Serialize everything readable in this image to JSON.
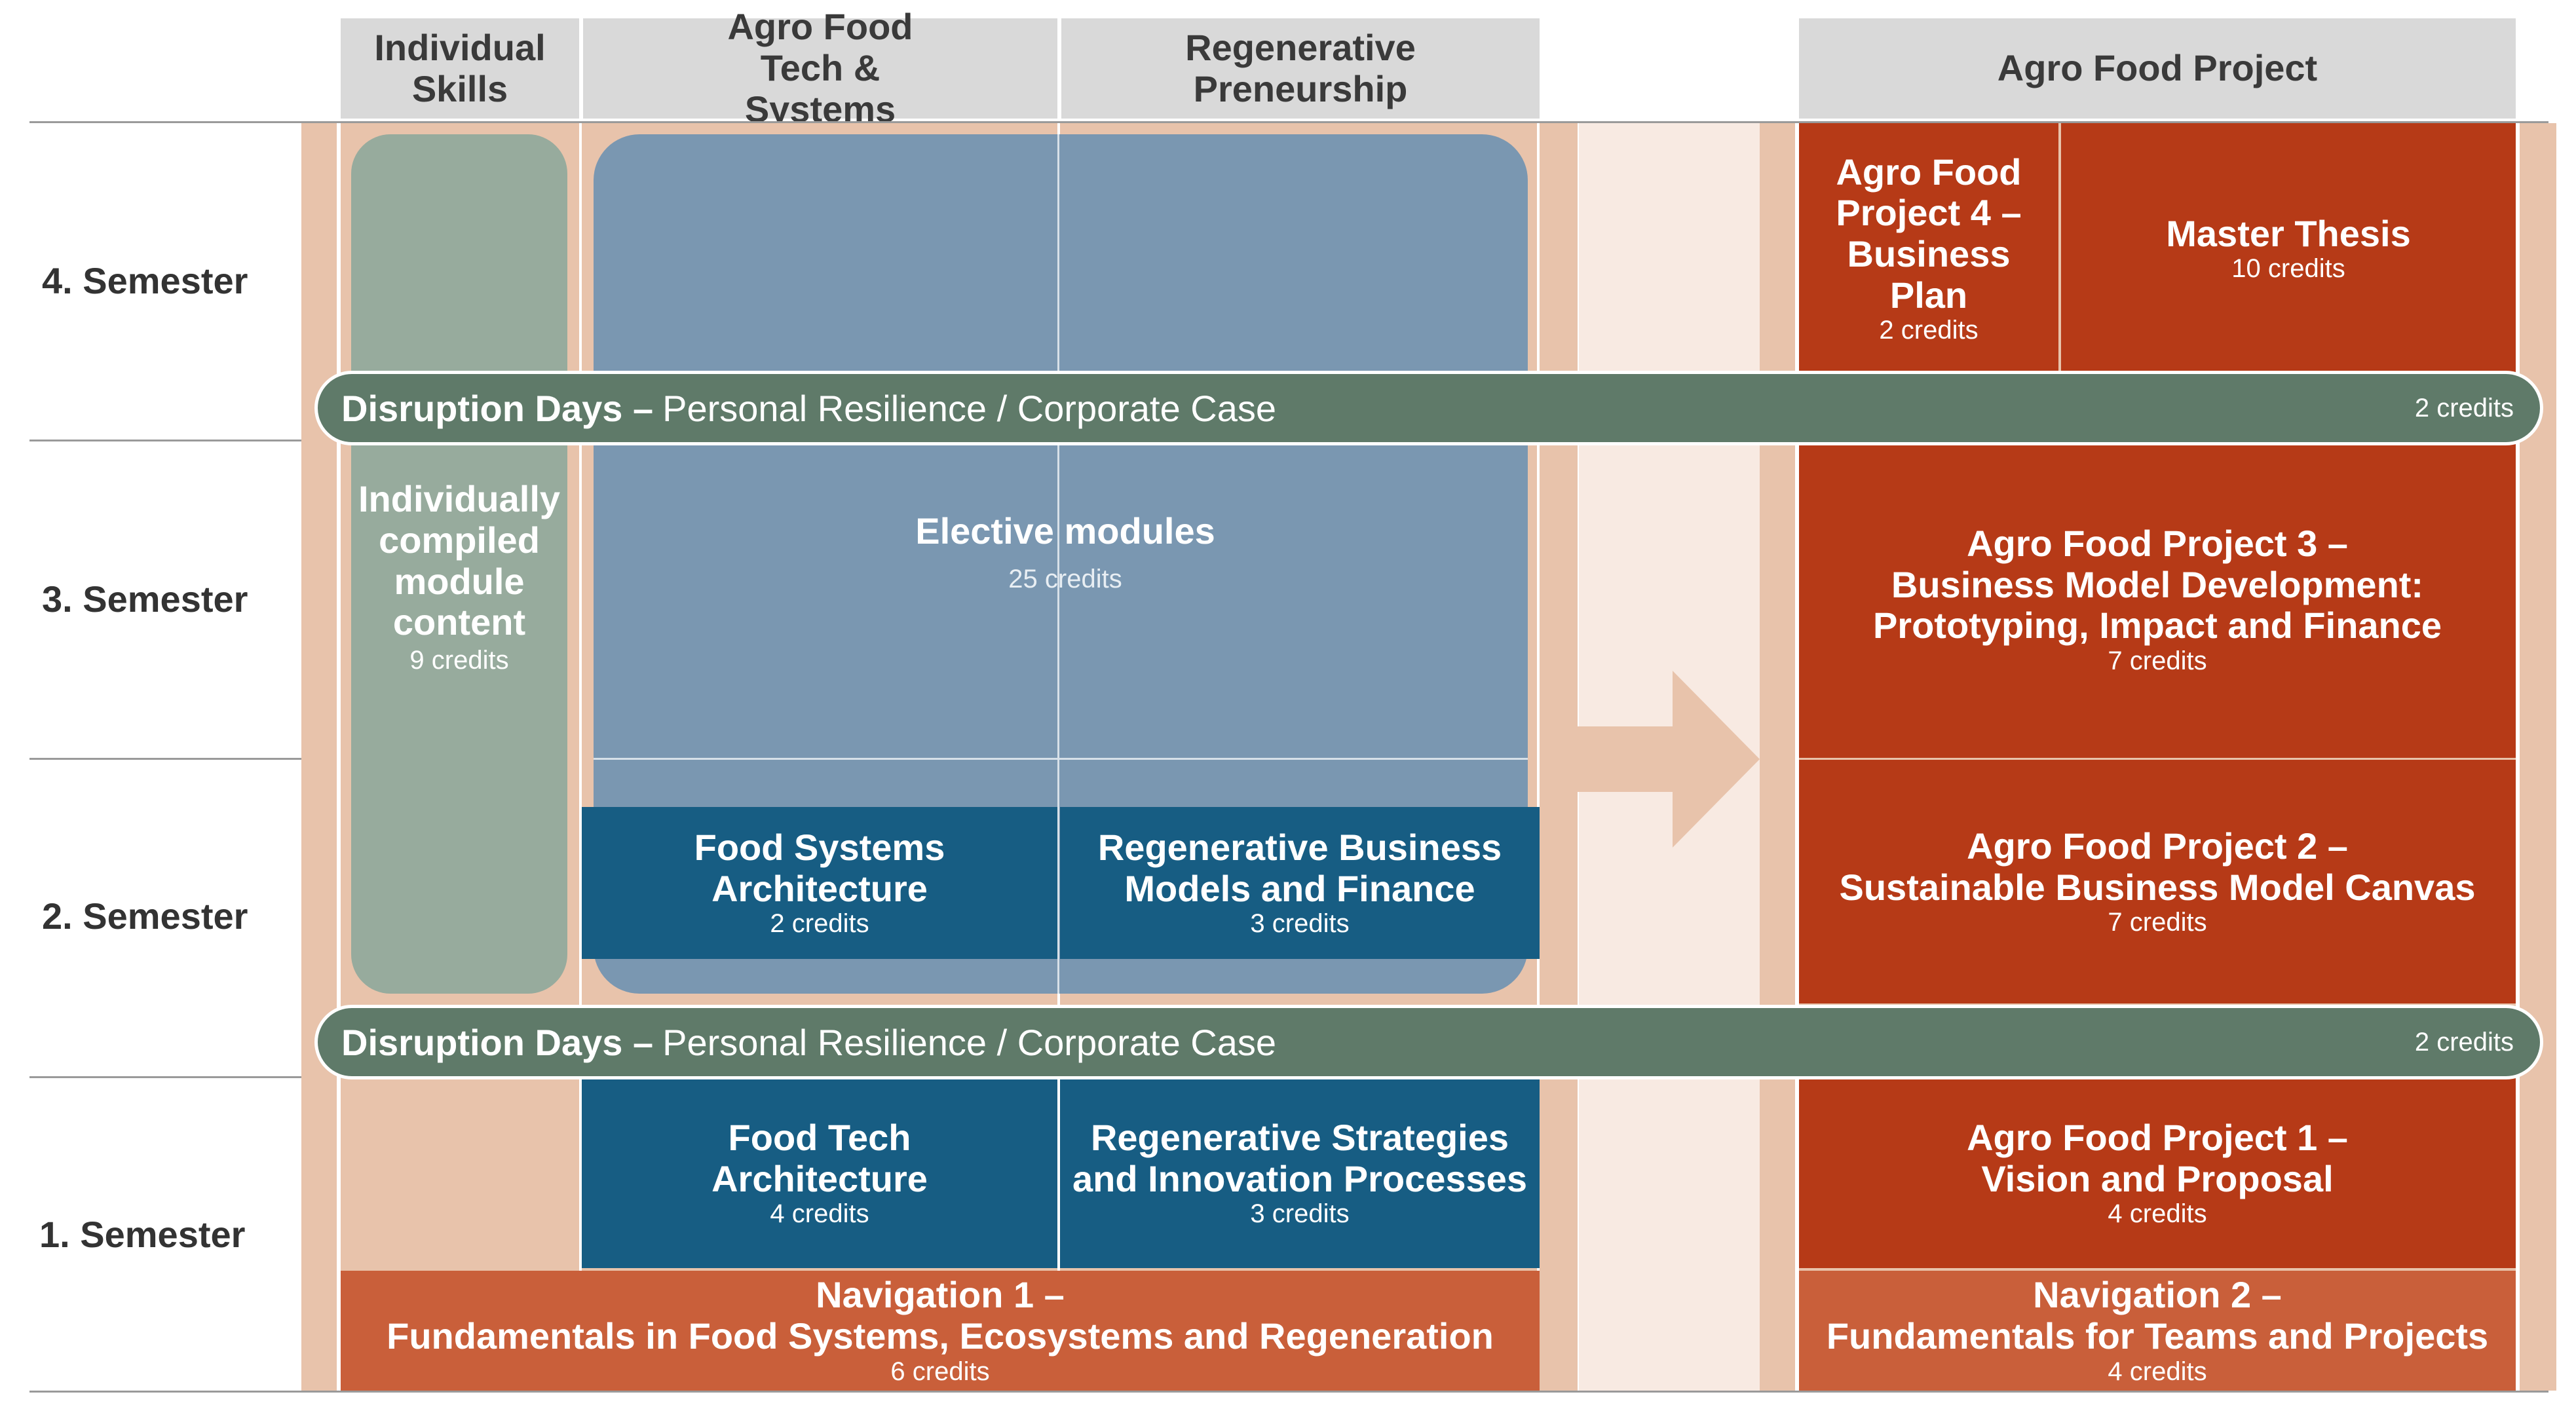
{
  "headers": {
    "individual_skills": "Individual Skills",
    "agro_food_tech": "Agro Food Tech & Systems",
    "regenerative": "Regenerative Preneurship",
    "agro_food_project": "Agro Food Project"
  },
  "semesters": {
    "s4": "4. Semester",
    "s3": "3. Semester",
    "s2": "2. Semester",
    "s1": "1. Semester"
  },
  "individual_module": {
    "title": "Individually compiled module content",
    "credits": "9 credits"
  },
  "elective": {
    "title": "Elective modules",
    "credits": "25 credits"
  },
  "disruption": {
    "title": "Disruption Days",
    "dash": "–",
    "subtitle": "Personal Resilience / Corporate Case",
    "credits": "2 credits"
  },
  "modules": {
    "food_systems": {
      "title": "Food Systems Architecture",
      "credits": "2 credits"
    },
    "regen_business": {
      "title": "Regenerative Business Models and Finance",
      "credits": "3 credits"
    },
    "food_tech": {
      "title": "Food Tech Architecture",
      "credits": "4 credits"
    },
    "regen_strategies": {
      "title": "Regenerative Strategies and Innovation Processes",
      "credits": "3 credits"
    },
    "navigation1": {
      "title_line1": "Navigation 1 –",
      "title_line2": "Fundamentals in Food Systems, Ecosystems and Regeneration",
      "credits": "6 credits"
    },
    "navigation2": {
      "title_line1": "Navigation 2 –",
      "title_line2": "Fundamentals for Teams and Projects",
      "credits": "4 credits"
    },
    "afp4": {
      "title": "Agro Food Project 4 – Business Plan",
      "credits": "2 credits"
    },
    "thesis": {
      "title": "Master Thesis",
      "credits": "10 credits"
    },
    "afp3": {
      "title_line1": "Agro Food Project 3 –",
      "title_line2": "Business Model Development:",
      "title_line3": "Prototyping, Impact and Finance",
      "credits": "7 credits"
    },
    "afp2": {
      "title_line1": "Agro Food Project 2 –",
      "title_line2": "Sustainable Business Model Canvas",
      "credits": "7 credits"
    },
    "afp1": {
      "title_line1": "Agro Food Project 1 –",
      "title_line2": "Vision and Proposal",
      "credits": "4 credits"
    }
  },
  "colors": {
    "header_gray": "#d9d9d9",
    "band_peach": "#e8c3ab",
    "blue_dark": "#175d83",
    "blue_elective": "#7a97b1",
    "sage": "#97ab9d",
    "disruption_green": "#5f7a69",
    "project_red": "#b63a17",
    "navigation_orange": "#c95f3a"
  }
}
